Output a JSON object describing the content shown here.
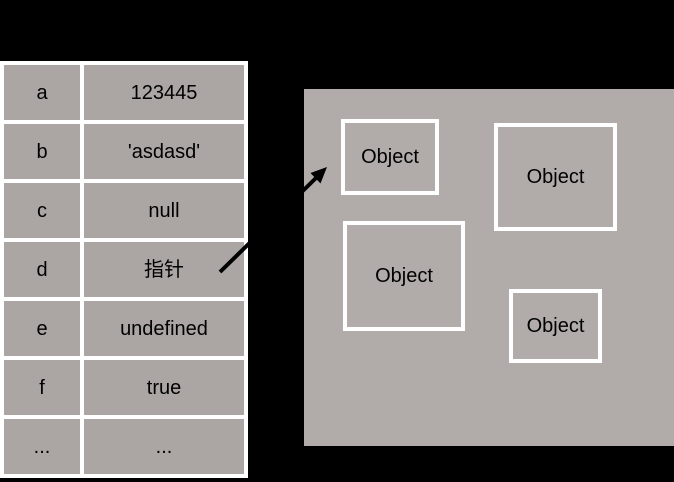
{
  "diagram": {
    "description": "JavaScript variable stack table pointing to objects in heap memory"
  },
  "stack": {
    "rows": [
      {
        "key": "a",
        "value": "123445"
      },
      {
        "key": "b",
        "value": "'asdasd'"
      },
      {
        "key": "c",
        "value": "null"
      },
      {
        "key": "d",
        "value": "指针"
      },
      {
        "key": "e",
        "value": "undefined"
      },
      {
        "key": "f",
        "value": "true"
      },
      {
        "key": "...",
        "value": "..."
      }
    ]
  },
  "heap": {
    "objects": [
      {
        "label": "Object"
      },
      {
        "label": "Object"
      },
      {
        "label": "Object"
      },
      {
        "label": "Object"
      }
    ]
  },
  "arrow": {
    "from_row": "d",
    "meaning": "pointer from variable d to heap object"
  },
  "colors": {
    "background": "#000000",
    "cell_gray": "#aba6a3",
    "heap_gray": "#b1acaa",
    "border_white": "#ffffff",
    "arrow": "#000000",
    "text": "#000000"
  }
}
